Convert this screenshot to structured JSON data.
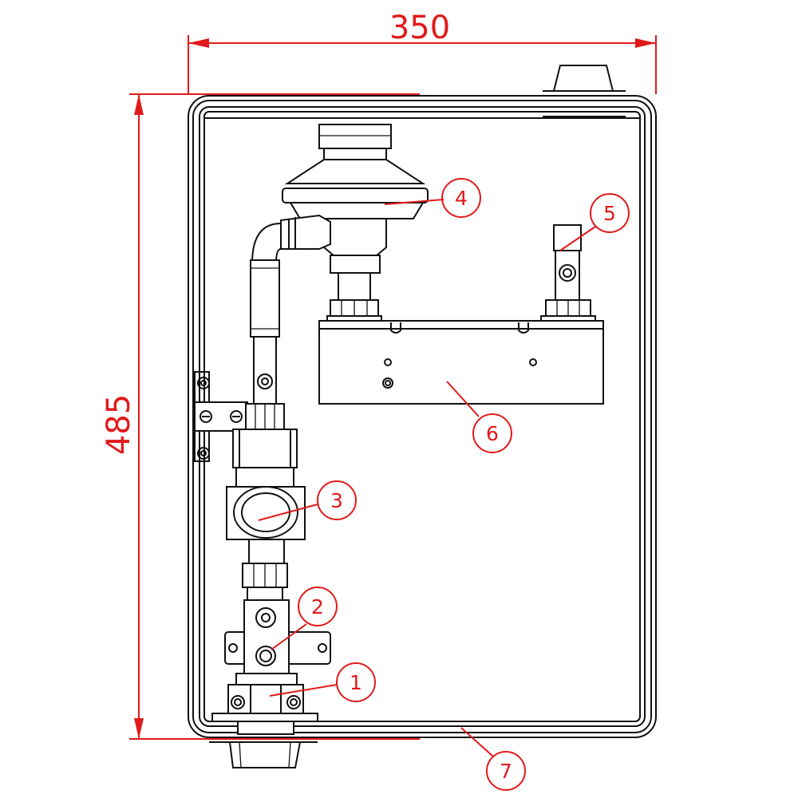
{
  "dimensions": {
    "width": "350",
    "height": "485"
  },
  "callouts": [
    "1",
    "2",
    "3",
    "4",
    "5",
    "6",
    "7"
  ],
  "colors": {
    "annotation": "#e01a1a",
    "line": "#111111"
  }
}
